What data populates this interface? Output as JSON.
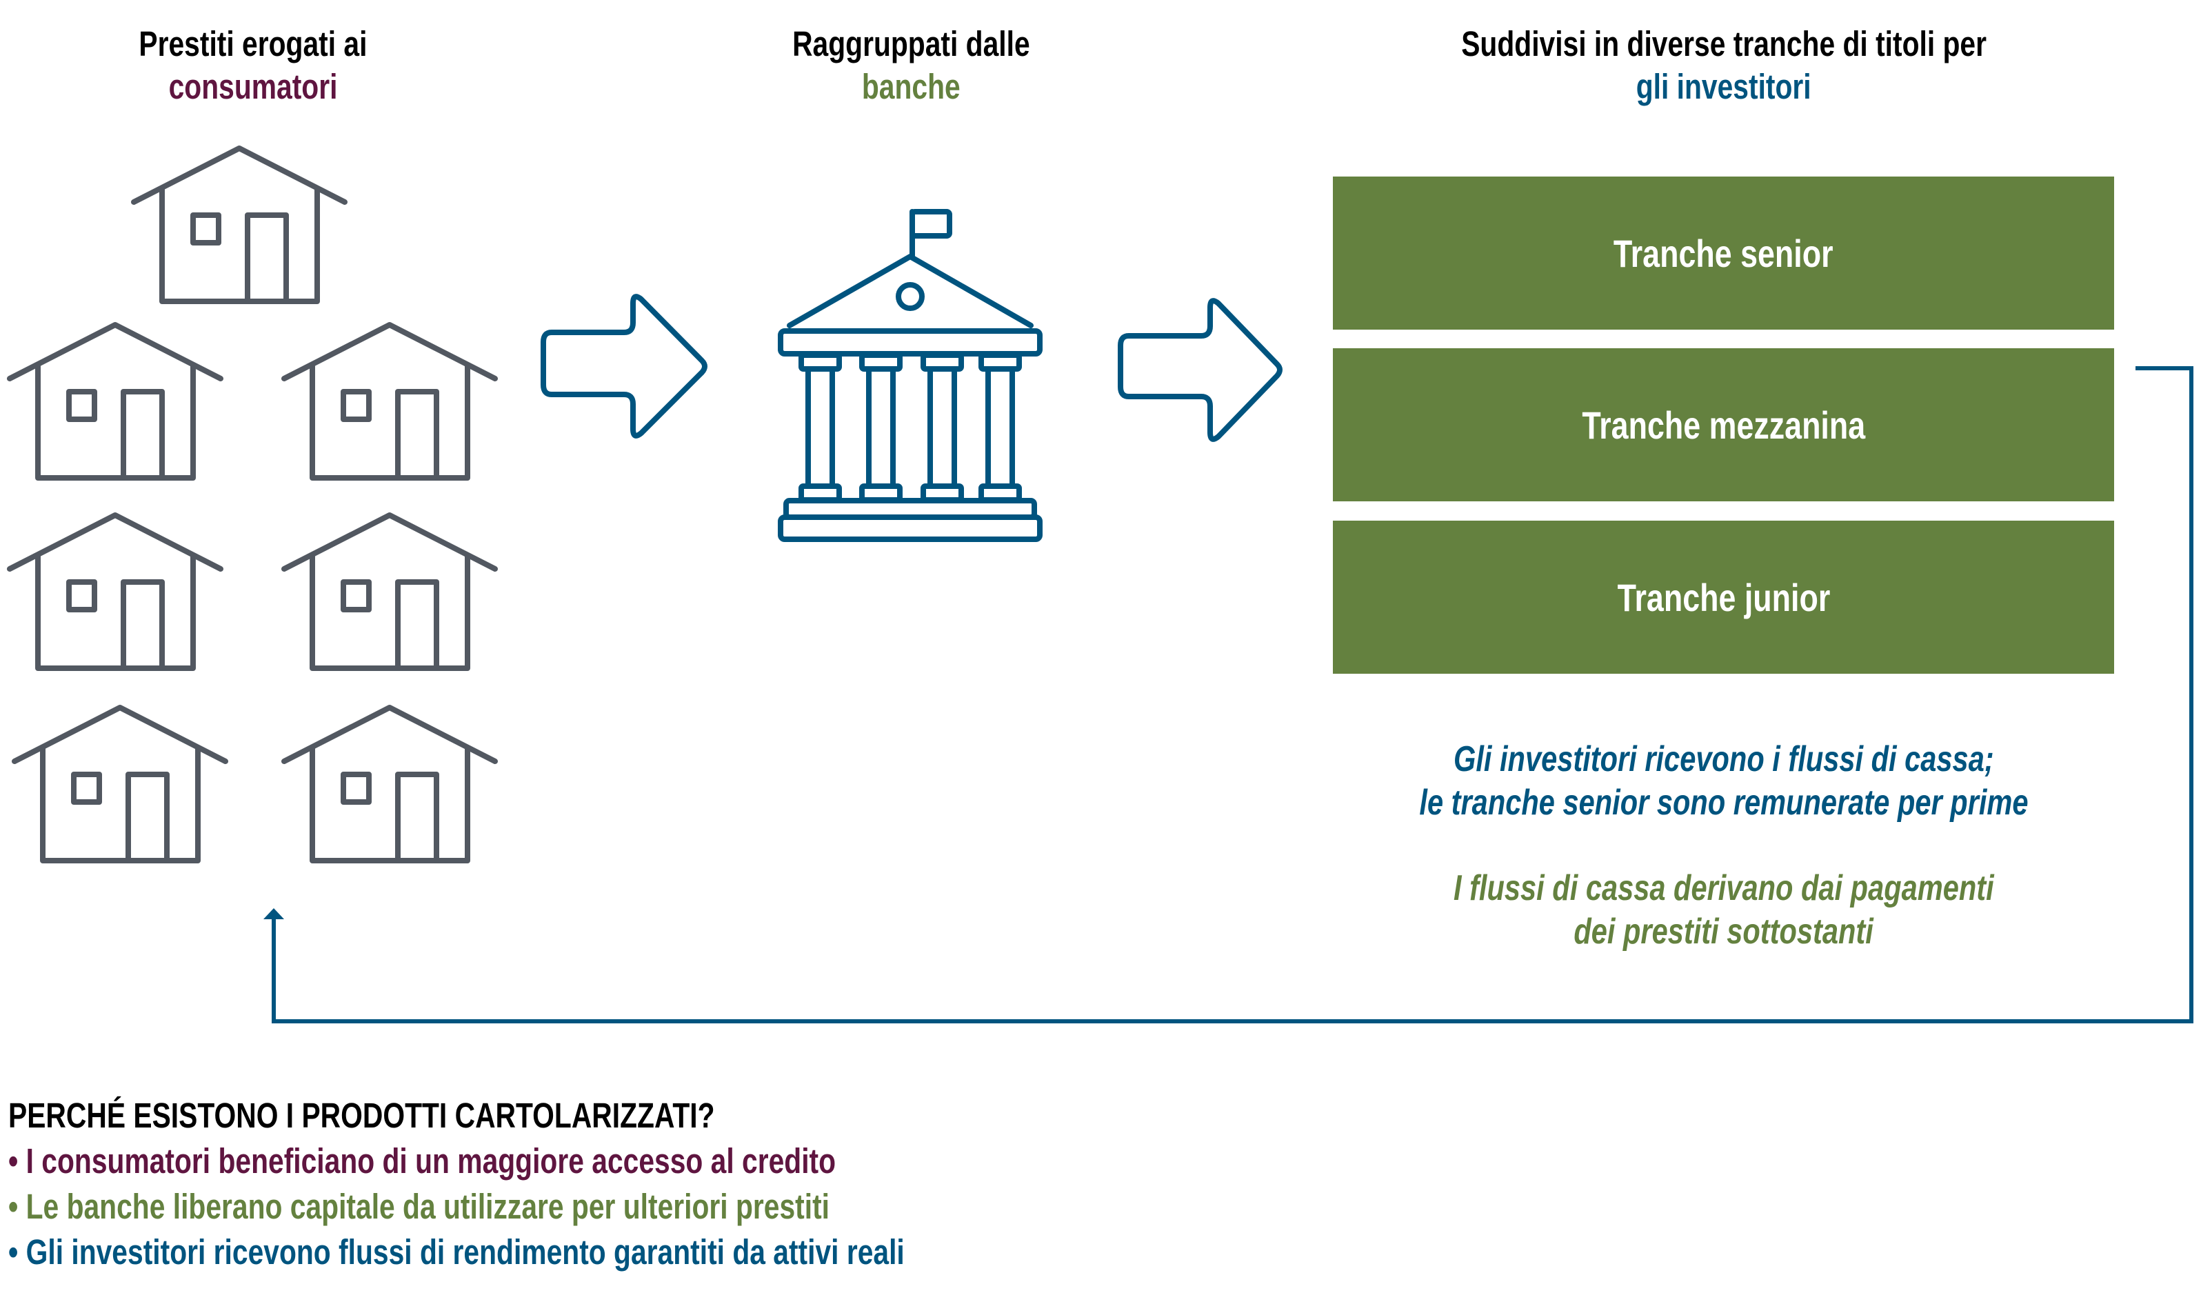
{
  "columns": [
    {
      "id": "consumers",
      "title_line1": "Prestiti erogati ai",
      "title_highlight": "consumatori",
      "highlight_color": "#5f1540",
      "icon": "house-icon",
      "icon_count": 7
    },
    {
      "id": "banks",
      "title_line1": "Raggruppati dalle",
      "title_highlight": "banche",
      "highlight_color": "#64813f",
      "icon": "bank-icon"
    },
    {
      "id": "investors",
      "title_line1": "Suddivisi in diverse tranche di titoli per",
      "title_highlight": "gli investitori",
      "highlight_color": "#00547f"
    }
  ],
  "tranches": [
    {
      "label": "Tranche senior"
    },
    {
      "label": "Tranche mezzanina"
    },
    {
      "label": "Tranche junior"
    }
  ],
  "notes": {
    "investors_line1": "Gli investitori ricevono i flussi di cassa;",
    "investors_line2": "le tranche senior sono remunerate per prime",
    "cashflow_line1": "I flussi di cassa derivano dai pagamenti",
    "cashflow_line2": "dei prestiti sottostanti"
  },
  "why": {
    "heading": "PERCHÉ ESISTONO I PRODOTTI CARTOLARIZZATI?",
    "bullets": [
      {
        "text": "• I consumatori beneficiano di un maggiore accesso al credito",
        "color": "#5f1540"
      },
      {
        "text": "• Le banche liberano capitale da utilizzare per ulteriori prestiti",
        "color": "#64813f"
      },
      {
        "text": "• Gli investitori ricevono flussi di rendimento garantiti da attivi reali",
        "color": "#00547f"
      }
    ]
  },
  "colors": {
    "house_stroke": "#525861",
    "icon_blue": "#00547f",
    "tranche_fill": "#64813f",
    "text_black": "#000000"
  }
}
